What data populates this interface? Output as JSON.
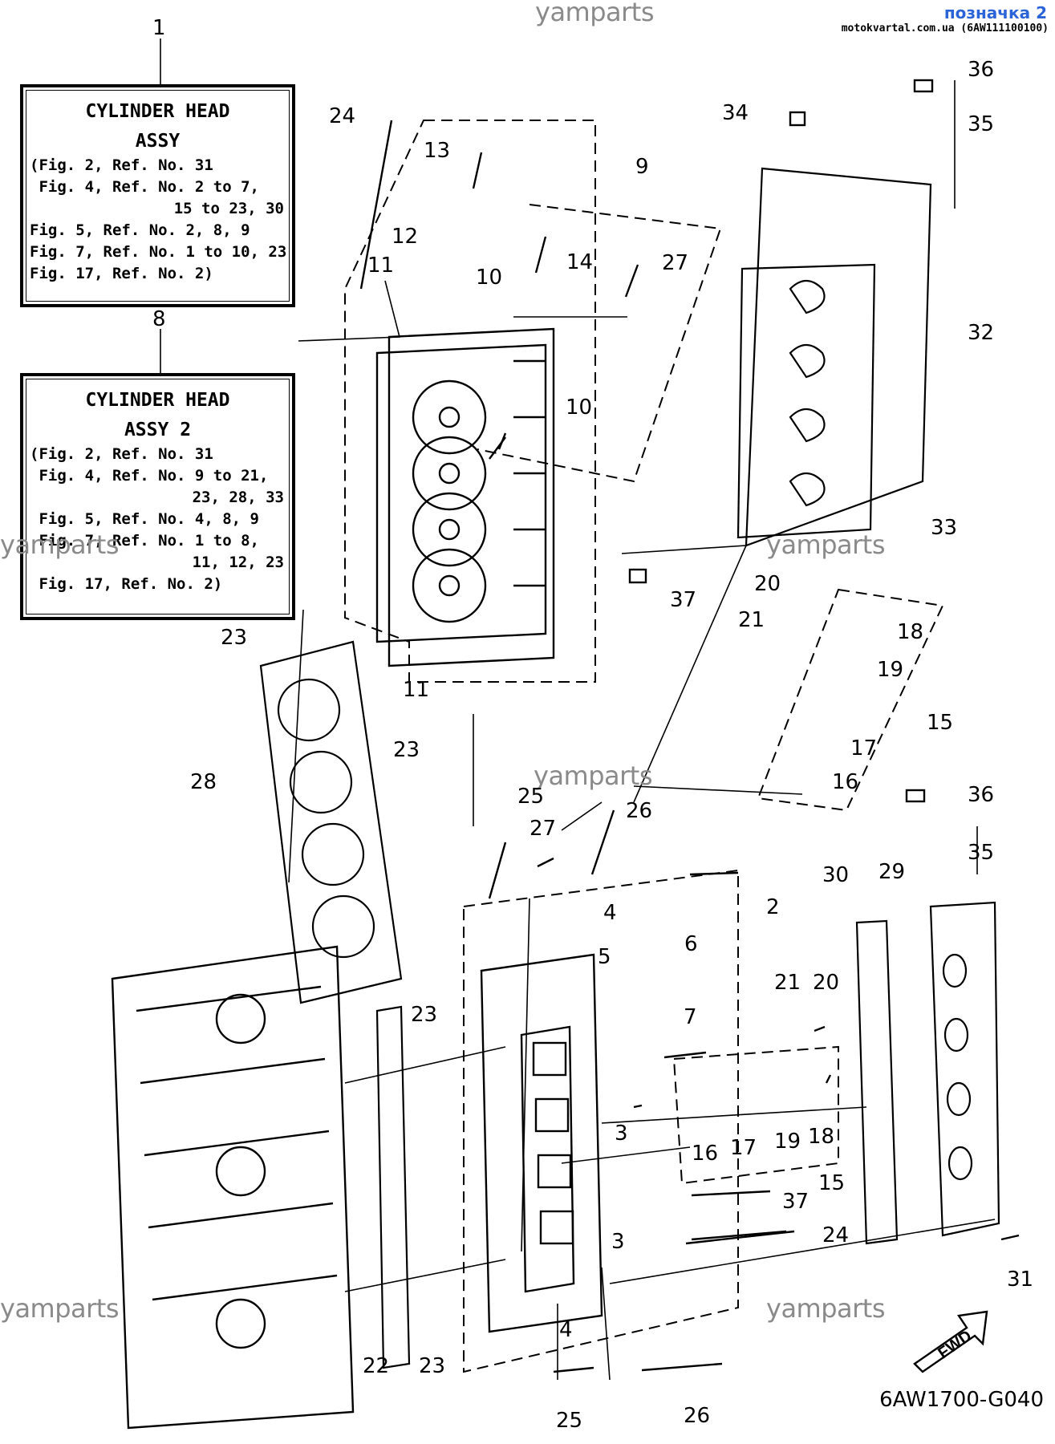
{
  "header": {
    "watermark_top": "yamparts",
    "tag_link": "позначка 2",
    "source_line": "motokvartal.com.ua (6AW111100100)"
  },
  "legend_boxes": [
    {
      "ref": "1",
      "title_1": "CYLINDER HEAD",
      "title_2": "ASSY",
      "lines": [
        "(Fig. 2, Ref. No. 31",
        " Fig. 4, Ref. No. 2 to 7,",
        "15 to 23, 30",
        "Fig. 5, Ref. No. 2, 8, 9",
        "Fig. 7, Ref. No. 1 to 10, 23",
        "Fig. 17, Ref. No. 2)"
      ]
    },
    {
      "ref": "8",
      "title_1": "CYLINDER HEAD",
      "title_2": "ASSY 2",
      "lines": [
        "(Fig. 2, Ref. No. 31",
        " Fig. 4, Ref. No. 9 to 21,",
        "23, 28, 33",
        " Fig. 5, Ref. No. 4, 8, 9",
        " Fig. 7, Ref. No. 1 to 8,",
        "11, 12, 23",
        " Fig. 17, Ref. No. 2)"
      ]
    }
  ],
  "watermarks": [
    "yamparts",
    "yamparts",
    "yamparts",
    "yamparts",
    "yamparts"
  ],
  "callouts": [
    "24",
    "13",
    "9",
    "12",
    "11",
    "10",
    "14",
    "27",
    "10",
    "23",
    "23",
    "11",
    "28",
    "25",
    "26",
    "36",
    "35",
    "34",
    "32",
    "33",
    "37",
    "20",
    "21",
    "18",
    "19",
    "15",
    "17",
    "16",
    "27",
    "36",
    "35",
    "29",
    "30",
    "4",
    "2",
    "5",
    "6",
    "21",
    "20",
    "7",
    "23",
    "3",
    "16",
    "17",
    "19",
    "18",
    "15",
    "3",
    "37",
    "24",
    "31",
    "4",
    "22",
    "23",
    "25",
    "26"
  ],
  "fwd_label": "FWD",
  "diagram_code": "6AW1700-G040"
}
